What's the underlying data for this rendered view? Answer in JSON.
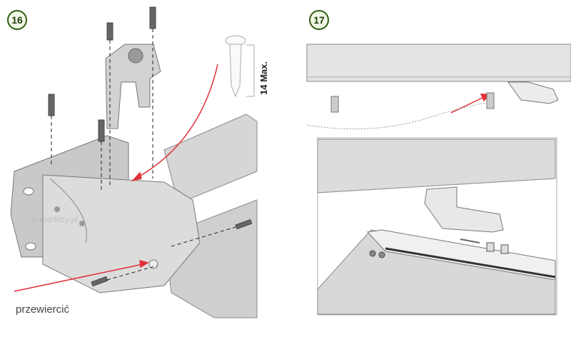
{
  "steps": [
    {
      "number": "16",
      "label": "przewiercić",
      "screw_note": "14 Max."
    },
    {
      "number": "17"
    }
  ],
  "watermark": "e-markizy.pl",
  "colors": {
    "badge_border": "#2f5a12",
    "arrow": "#e0303a",
    "part": "#d4d4d4"
  }
}
